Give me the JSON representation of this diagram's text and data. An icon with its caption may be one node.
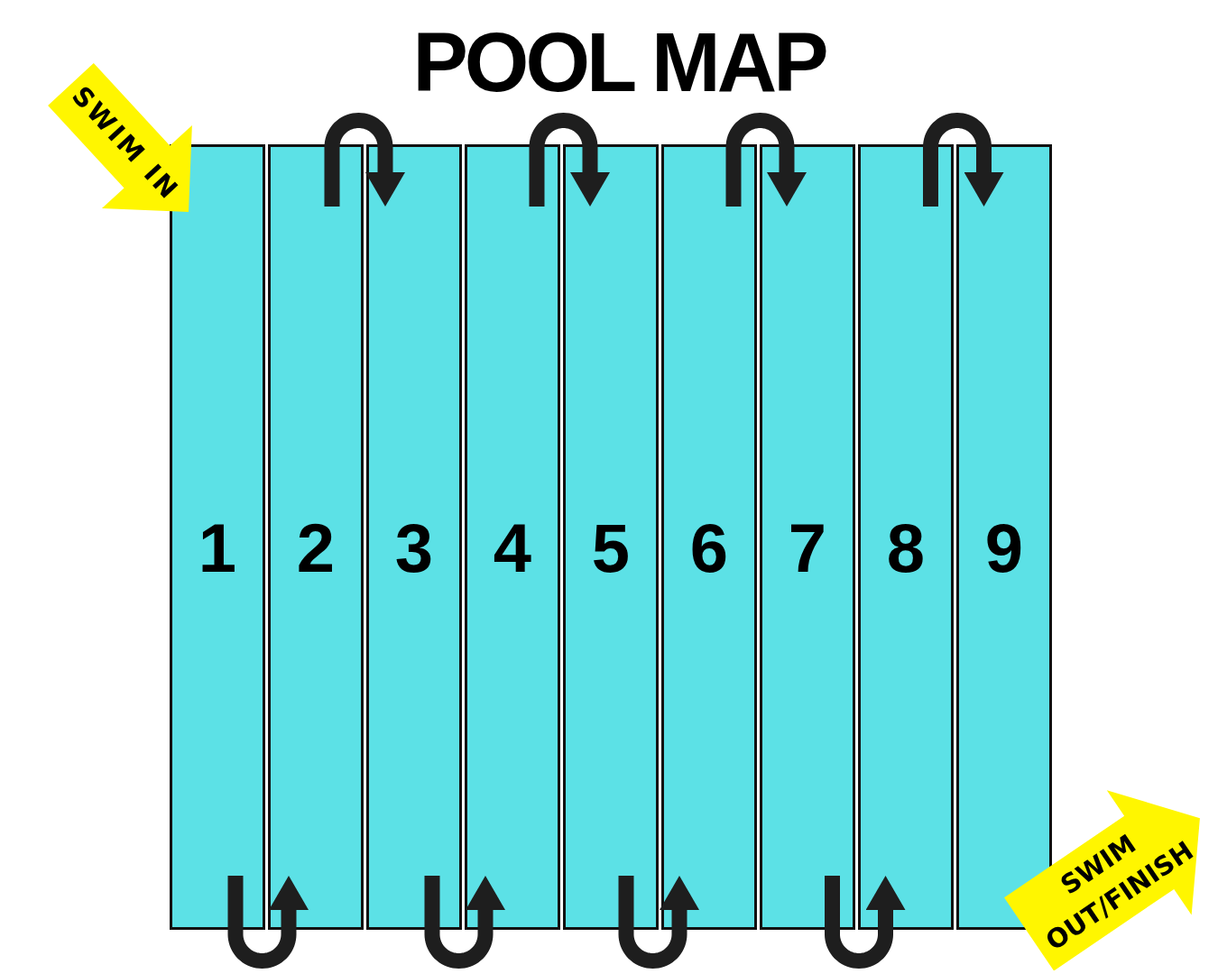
{
  "diagram": {
    "title": "POOL MAP",
    "nodes": [
      {
        "text": [
          "SWIM IN"
        ]
      },
      {
        "text": [
          "1"
        ]
      },
      {
        "text": [
          "2"
        ]
      },
      {
        "text": [
          "3"
        ]
      },
      {
        "text": [
          "4"
        ]
      },
      {
        "text": [
          "5"
        ]
      },
      {
        "text": [
          "6"
        ]
      },
      {
        "text": [
          "7"
        ]
      },
      {
        "text": [
          "8"
        ]
      },
      {
        "text": [
          "9"
        ]
      },
      {
        "text": [
          "SWIM OUT/FINISH"
        ]
      }
    ],
    "edges": [
      {
        "from": 1,
        "to": 2,
        "arrow": "to"
      },
      {
        "from": 2,
        "to": 3,
        "arrow": "to"
      },
      {
        "from": 3,
        "to": 4,
        "arrow": "to"
      },
      {
        "from": 4,
        "to": 5,
        "arrow": "to"
      },
      {
        "from": 5,
        "to": 6,
        "arrow": "to"
      },
      {
        "from": 6,
        "to": 7,
        "arrow": "to"
      },
      {
        "from": 7,
        "to": 8,
        "arrow": "to"
      },
      {
        "from": 8,
        "to": 9,
        "arrow": "to"
      }
    ]
  }
}
